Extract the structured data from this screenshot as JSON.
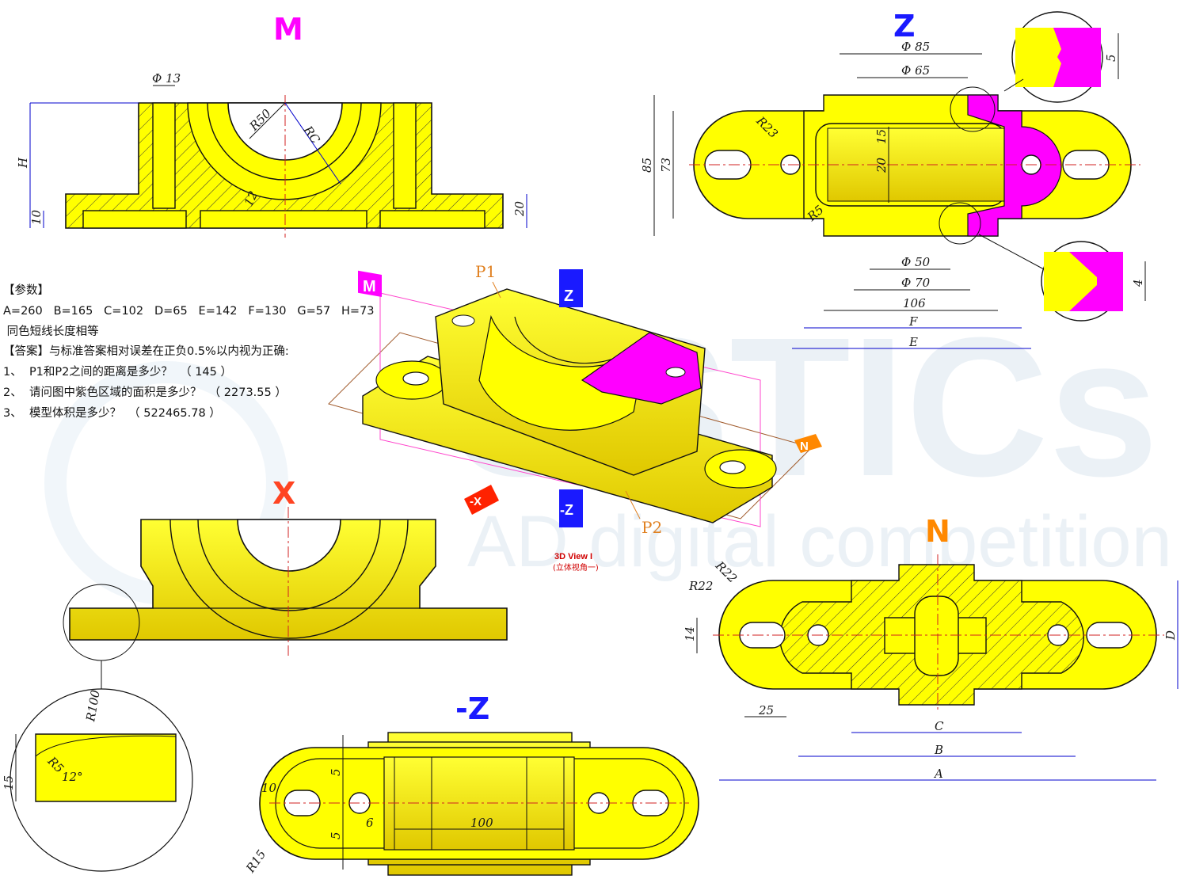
{
  "colors": {
    "part": "#ffff00",
    "outline": "#111111",
    "section": "#ff00ff",
    "dim_line": "#0000cc",
    "label_m": "#ff00ff",
    "label_z": "#1a1aff",
    "label_x": "#ff4422",
    "label_n": "#ff8800",
    "watermark": "#dbe6f0"
  },
  "views": {
    "M": "M",
    "Z": "Z",
    "X": "X",
    "N": "N",
    "negZ": "-Z"
  },
  "watermark": {
    "big": "GSTICs",
    "small": "AD digital competition"
  },
  "iso": {
    "title": "3D View I",
    "subtitle": "(立体视角一)",
    "p1": "P1",
    "p2": "P2",
    "tag_m": "M",
    "tag_z": "Z",
    "tag_negz": "-Z",
    "tag_negx": "-X",
    "tag_n": "N"
  },
  "params": {
    "header": "【参数】",
    "values": "A=260   B=165   C=102   D=65   E=142   F=130   G=57   H=73",
    "note": " 同色短线长度相等",
    "answer_header": "【答案】与标准答案相对误差在正负0.5%以内视为正确:",
    "q1": "1、  P1和P2之间的距离是多少？  （ 145 ）",
    "q2": "2、  请问图中紫色区域的面积是多少？  （ 2273.55 ）",
    "q3": "3、  模型体积是多少？  （ 522465.78 ）"
  },
  "dims": {
    "m_d13": "Φ 13",
    "m_r50": "R50",
    "m_rc": "RC",
    "m_12": "12",
    "m_h": "H",
    "m_10": "10",
    "m_20": "20",
    "z_d85": "Φ 85",
    "z_d65": "Φ 65",
    "z_d50": "Φ 50",
    "z_d70": "Φ 70",
    "z_106": "106",
    "z_f": "F",
    "z_e": "E",
    "z_85": "85",
    "z_73": "73",
    "z_r23": "R23",
    "z_r5": "R5",
    "z_15": "15",
    "z_20": "20",
    "z_5": "5",
    "z_4": "4",
    "x_r100": "R100",
    "x_r5": "R5",
    "x_12deg": "12°",
    "x_15": "15",
    "nz_5a": "5",
    "nz_5b": "5",
    "nz_10": "10",
    "nz_6": "6",
    "nz_100": "100",
    "nz_r15": "R15",
    "n_r22a": "R22",
    "n_r22b": "R22",
    "n_14": "14",
    "n_25": "25",
    "n_c": "C",
    "n_b": "B",
    "n_a": "A",
    "n_d": "D"
  }
}
